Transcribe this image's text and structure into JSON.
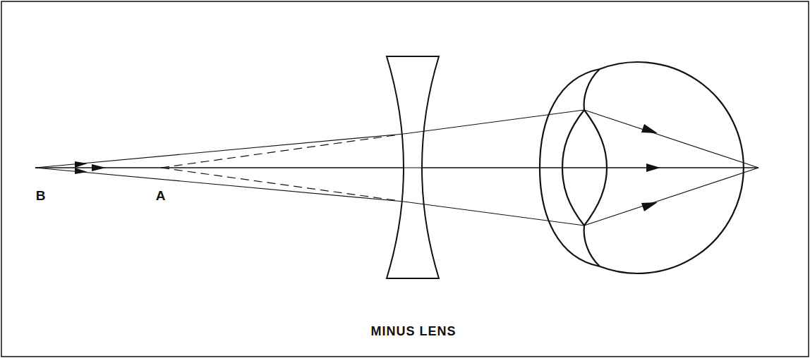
{
  "diagram": {
    "labels": [
      "B",
      "A",
      "MINUS LENS"
    ]
  }
}
